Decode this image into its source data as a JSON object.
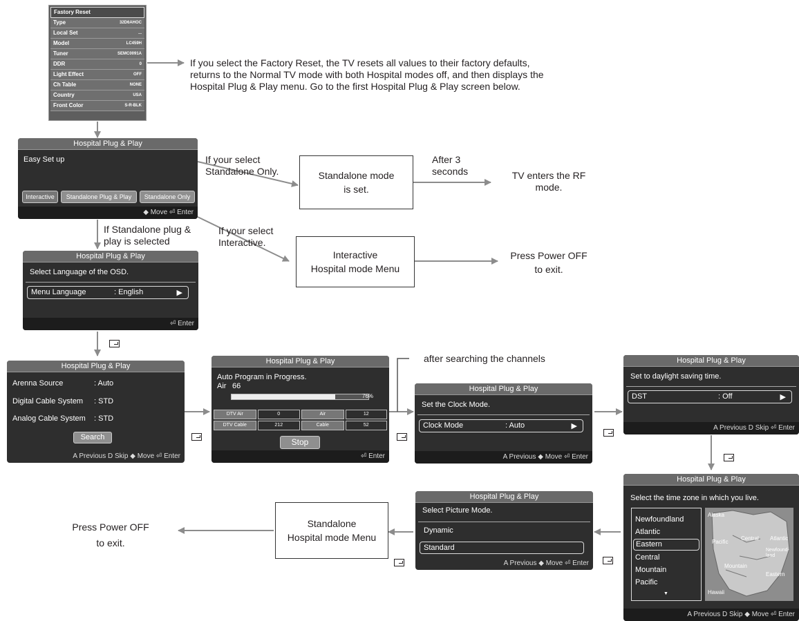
{
  "factory_menu": {
    "rows": [
      {
        "k": "Fastory Reset",
        "v": ""
      },
      {
        "k": "Type",
        "v": "32D6AHOC"
      },
      {
        "k": "Local Set",
        "v": "..."
      },
      {
        "k": "Model",
        "v": "LC459H"
      },
      {
        "k": "Tuner",
        "v": "SEMC0091A"
      },
      {
        "k": "DDR",
        "v": "0"
      },
      {
        "k": "Light Effect",
        "v": "OFF"
      },
      {
        "k": "Ch Table",
        "v": "NONE"
      },
      {
        "k": "Country",
        "v": "USA"
      },
      {
        "k": "Front Color",
        "v": "S-R-BLK"
      }
    ]
  },
  "notes": {
    "factory_reset": [
      "If you select the Factory Reset, the TV resets all values to their factory defaults,",
      "returns to the Normal TV mode with both Hospital modes off, and then displays the",
      "Hospital Plug & Play menu. Go to the first Hospital Plug & Play screen below."
    ],
    "if_standalone_only": [
      "If your select",
      "Standalone Only."
    ],
    "after_3_seconds": [
      "After 3",
      "seconds"
    ],
    "tv_enters_rf": [
      "TV enters the RF",
      "mode."
    ],
    "if_interactive": [
      "If your select",
      "Interactive."
    ],
    "if_standalone_pnp": [
      "If Standalone plug &",
      "play is selected"
    ],
    "press_power_off_1": [
      "Press Power OFF",
      "to exit."
    ],
    "after_searching": "after searching the channels",
    "press_power_off_2": [
      "Press Power OFF",
      "to exit."
    ]
  },
  "boxes": {
    "standalone_mode_set": [
      "Standalone mode",
      "is set."
    ],
    "interactive_menu": [
      "Interactive",
      "Hospital mode Menu"
    ],
    "standalone_menu": [
      "Standalone",
      "Hospital mode Menu"
    ]
  },
  "screens": {
    "title": "Hospital Plug & Play",
    "easy": {
      "heading": "Easy Set up",
      "opts": [
        "Interactive",
        "Standalone Plug & Play",
        "Standalone Only"
      ],
      "footer": "◆ Move  ⏎ Enter"
    },
    "lang": {
      "heading": "Select Language of the OSD.",
      "label": "Menu Language",
      "value": ": English",
      "footer": "⏎ Enter"
    },
    "antenna": {
      "rows": [
        {
          "k": "Arenna Source",
          "v": ": Auto"
        },
        {
          "k": "Digital Cable System",
          "v": ": STD"
        },
        {
          "k": "Analog Cable System",
          "v": ": STD"
        }
      ],
      "button": "Search",
      "footer": "A Previous  D Skip  ◆ Move  ⏎ Enter"
    },
    "autoprog": {
      "heading": "Auto Program in Progress.",
      "air_label": "Air",
      "air_value": "66",
      "percent": "76%",
      "progress": 0.76,
      "grid": [
        {
          "k": "DTV Air",
          "v": "0",
          "k2": "Air",
          "v2": "12"
        },
        {
          "k": "DTV Cable",
          "v": "212",
          "k2": "Cable",
          "v2": "52"
        }
      ],
      "button": "Stop",
      "footer": "⏎ Enter"
    },
    "clock": {
      "heading": "Set the Clock Mode.",
      "label": "Clock Mode",
      "value": ": Auto",
      "footer": "A Previous  ◆ Move  ⏎ Enter"
    },
    "dst": {
      "heading": "Set to daylight saving time.",
      "label": "DST",
      "value": ": Off",
      "footer": "A Previous  D Skip  ⏎ Enter"
    },
    "timezone": {
      "heading": "Select the time zone in which you live.",
      "zones": [
        "Newfoundland",
        "Atlantic",
        "Eastern",
        "Central",
        "Mountain",
        "Pacific"
      ],
      "selected": "Eastern",
      "map_labels": [
        "Alaska",
        "Pacific",
        "Central",
        "Atlantic",
        "Newfound-land",
        "Mountain",
        "Eastern",
        "Hawaii"
      ],
      "footer": "A Previous  D Skip  ◆ Move  ⏎ Enter"
    },
    "picture": {
      "heading": "Select Picture Mode.",
      "opts": [
        "Dynamic",
        "Standard"
      ],
      "selected": "Standard",
      "footer": "A Previous  ◆ Move  ⏎ Enter"
    }
  }
}
